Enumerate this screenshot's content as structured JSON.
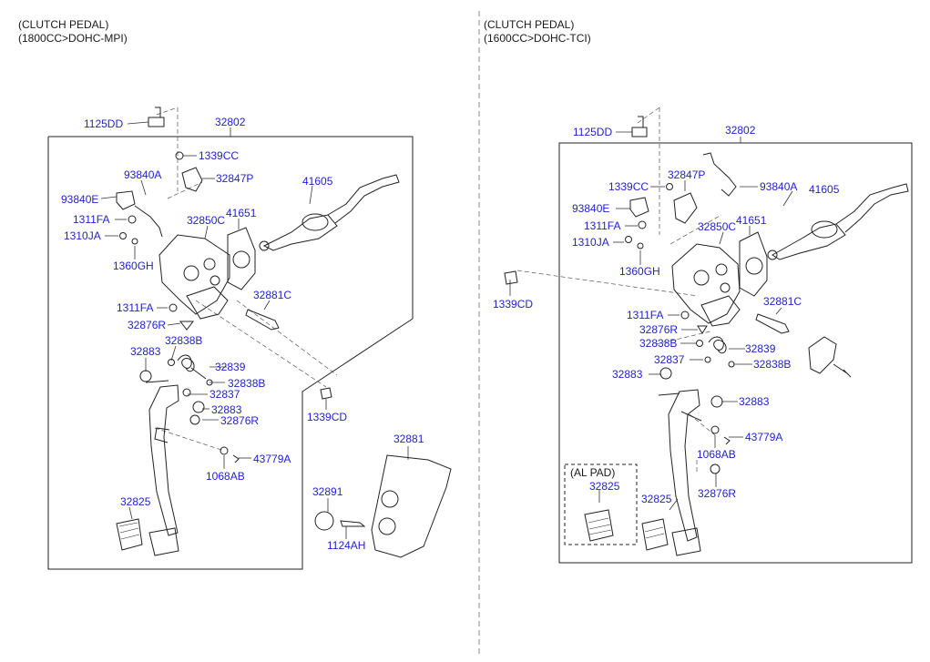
{
  "left": {
    "title": "(CLUTCH PEDAL)",
    "subtitle": "(1800CC>DOHC-MPI)",
    "parts": {
      "p1125DD": "1125DD",
      "p32802": "32802",
      "p1339CC": "1339CC",
      "p93840A": "93840A",
      "p32847P": "32847P",
      "p93840E": "93840E",
      "p41605": "41605",
      "p1311FA": "1311FA",
      "p32850C": "32850C",
      "p41651": "41651",
      "p1310JA": "1310JA",
      "p1360GH": "1360GH",
      "p32881C": "32881C",
      "p1311FA_2": "1311FA",
      "p32876R": "32876R",
      "p32838B": "32838B",
      "p32883": "32883",
      "p32839": "32839",
      "p32838B_2": "32838B",
      "p32837": "32837",
      "p32883_2": "32883",
      "p32876R_2": "32876R",
      "p1339CD": "1339CD",
      "p43779A": "43779A",
      "p1068AB": "1068AB",
      "p32881": "32881",
      "p32891": "32891",
      "p32825": "32825",
      "p1124AH": "1124AH"
    }
  },
  "right": {
    "title": "(CLUTCH PEDAL)",
    "subtitle": "(1600CC>DOHC-TCI)",
    "inset_label": "(AL PAD)",
    "parts": {
      "p1125DD": "1125DD",
      "p32802": "32802",
      "p1339CC": "1339CC",
      "p32847P": "32847P",
      "p93840A": "93840A",
      "p41605": "41605",
      "p93840E": "93840E",
      "p1311FA": "1311FA",
      "p32850C": "32850C",
      "p41651": "41651",
      "p1310JA": "1310JA",
      "p1360GH": "1360GH",
      "p1339CD": "1339CD",
      "p32881C": "32881C",
      "p1311FA_2": "1311FA",
      "p32876R": "32876R",
      "p32838B": "32838B",
      "p32839": "32839",
      "p32837": "32837",
      "p32838B_2": "32838B",
      "p32883": "32883",
      "p32883_2": "32883",
      "p43779A": "43779A",
      "p1068AB": "1068AB",
      "p32825_pad": "32825",
      "p32825": "32825",
      "p32876R_2": "32876R"
    }
  }
}
